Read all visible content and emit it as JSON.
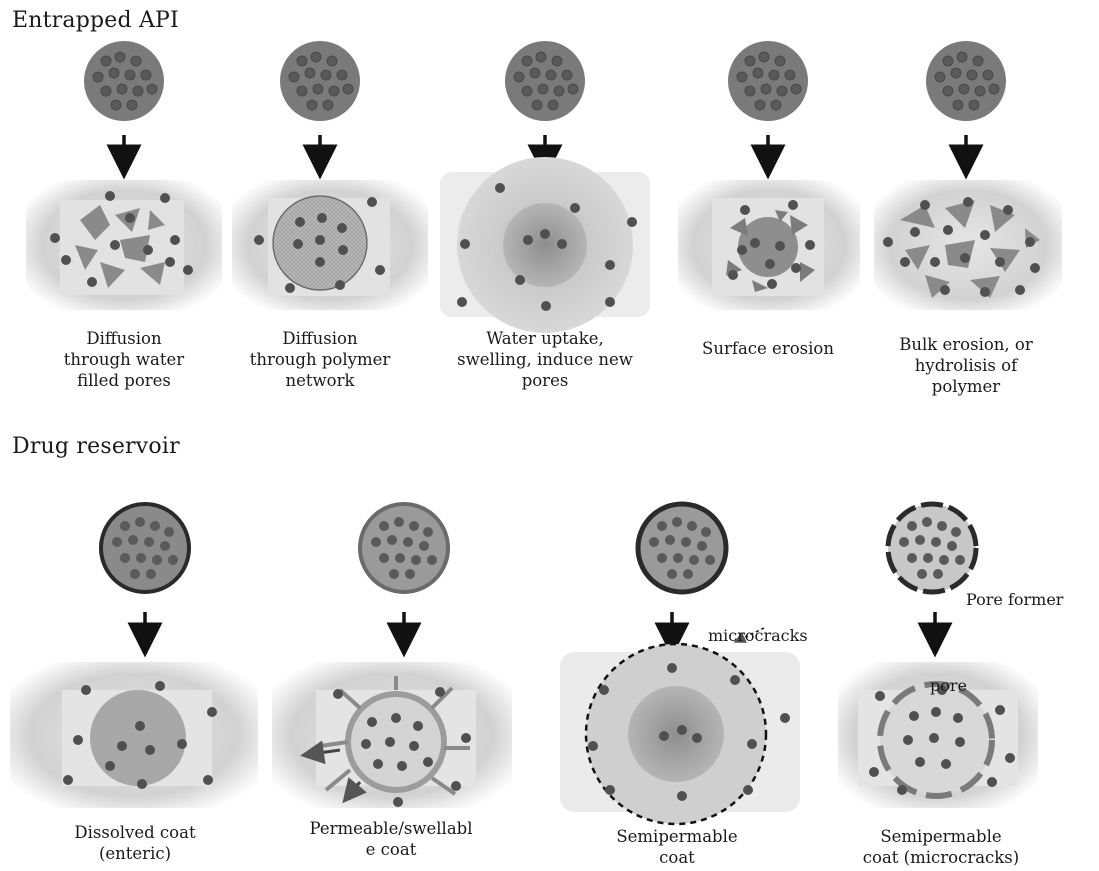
{
  "sections": {
    "entrapped_title": "Entrapped API",
    "reservoir_title": "Drug reservoir"
  },
  "entrapped_captions": [
    [
      "Diffusion",
      "through water",
      "filled pores"
    ],
    [
      "Diffusion",
      "through polymer",
      "network"
    ],
    [
      "Water uptake,",
      "swelling, induce new",
      "pores"
    ],
    [
      "Surface erosion"
    ],
    [
      "Bulk erosion, or",
      "hydrolisis of",
      "polymer"
    ]
  ],
  "reservoir_captions": [
    [
      "Dissolved coat",
      "(enteric)"
    ],
    [
      "Permeable/swellabl",
      "e coat"
    ],
    [
      "Semipermable",
      "coat"
    ],
    [
      "Semipermable",
      "coat (microcracks)"
    ]
  ],
  "annotations": {
    "pore_former": "Pore former",
    "microcracks": "microcracks",
    "pore": "pore"
  },
  "colors": {
    "particle": "#5c5c5c",
    "matrix": "#7a7a7a",
    "background_box": "#dcdcdc",
    "arrow": "#111111"
  }
}
